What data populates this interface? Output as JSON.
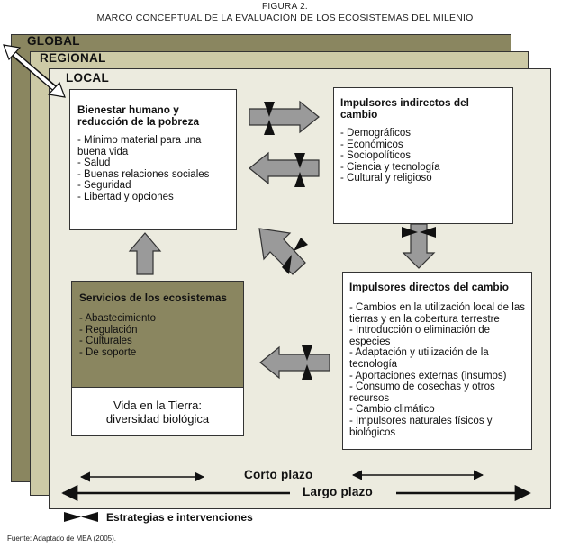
{
  "figure": {
    "number": "FIGURA 2.",
    "title": "MARCO CONCEPTUAL DE LA EVALUACIÓN DE LOS ECOSISTEMAS DEL MILENIO"
  },
  "layers": {
    "global": "GLOBAL",
    "regional": "REGIONAL",
    "local": "LOCAL"
  },
  "boxes": {
    "bienestar": {
      "title": "Bienestar humano y reducción de la pobreza",
      "items": [
        "Mínimo material para una buena vida",
        "Salud",
        "Buenas relaciones sociales",
        "Seguridad",
        "Libertad y opciones"
      ]
    },
    "indirectos": {
      "title": "Impulsores indirectos del cambio",
      "items": [
        "Demográficos",
        "Económicos",
        "Sociopolíticos",
        "Ciencia y tecnología",
        "Cultural y religioso"
      ]
    },
    "directos": {
      "title": "Impulsores directos del cambio",
      "items": [
        "Cambios en la utilización local de las tierras y en la cobertura terrestre",
        "Introducción o eliminación de especies",
        "Adaptación y utilización de la tecnología",
        "Aportaciones externas (insumos)",
        "Consumo de cosechas y otros recursos",
        "Cambio climático",
        "Impulsores naturales físicos y biológicos"
      ]
    },
    "servicios": {
      "title": "Servicios de los ecosistemas",
      "items": [
        "Abastecimiento",
        "Regulación",
        "Culturales",
        "De soporte"
      ]
    },
    "vida": {
      "line1": "Vida en la Tierra:",
      "line2": "diversidad biológica"
    }
  },
  "horizons": {
    "short": "Corto plazo",
    "long": "Largo plazo"
  },
  "legend": {
    "label": "Estrategias e intervenciones"
  },
  "source": "Fuente: Adaptado de MEA (2005).",
  "colors": {
    "global_layer": "#8a8660",
    "regional_layer": "#cdcaa6",
    "local_layer": "#ecebdf",
    "arrow_fill": "#9a9a9a",
    "services_fill": "#8a8660"
  }
}
